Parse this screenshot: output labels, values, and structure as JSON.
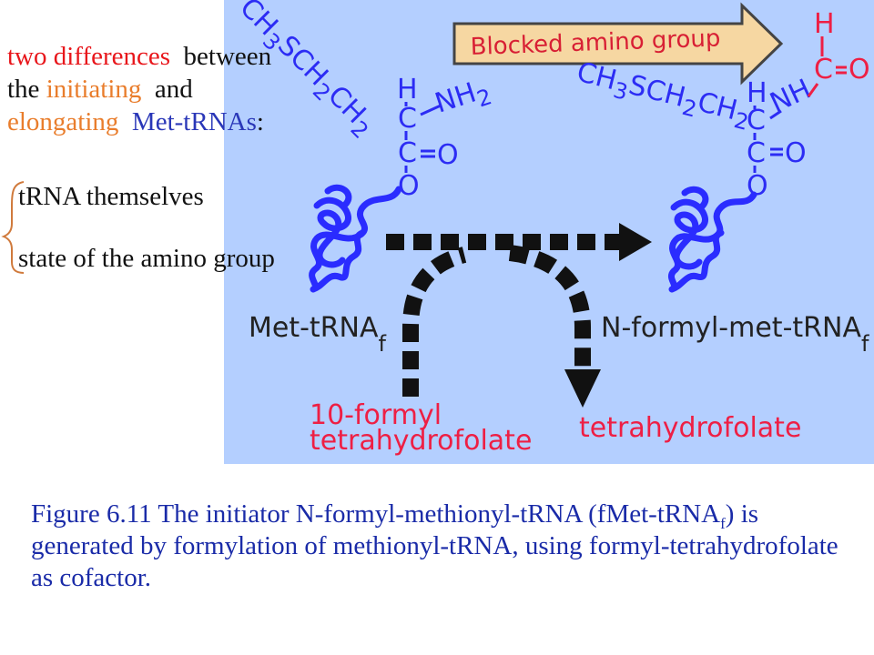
{
  "diagram": {
    "blocked_label": "Blocked amino group",
    "left_sidechain": "CH3SCH2CH2",
    "right_sidechain": "CH3SCH2CH2",
    "h_left": "H",
    "c_left": "C",
    "nh2": "NH2",
    "c2_left": "C",
    "o_left": "O",
    "o2_left": "O",
    "h_right": "H",
    "c_right": "C",
    "nh_right": "NH",
    "c2_right": "C",
    "o_right": "O",
    "o2_right": "O",
    "formyl_h": "H",
    "formyl_c": "C",
    "formyl_o": "O",
    "met_trna_label": "Met-tRNA",
    "met_trna_sub": "f",
    "nformyl_label": "N-formyl-met-tRNA",
    "nformyl_sub": "f",
    "cofactor_in_1": "10-formyl",
    "cofactor_in_2": "tetrahydrofolate",
    "cofactor_out": "tetrahydrofolate"
  },
  "intro": {
    "p1": "two differences",
    "p2": "  between",
    "p3": "the ",
    "p4": "initiating",
    "p5": "  and",
    "p6": "elongating",
    "p7": "  Met-tRNAs",
    "p8": ":"
  },
  "points": {
    "first": "tRNA themselves",
    "second": "state of the amino group"
  },
  "caption": {
    "a": "Figure 6.11 The initiator N-formyl-methionyl-tRNA (fMet-tRNA",
    "sub": "f",
    "b": ") is generated by formylation of methionyl-tRNA, using formyl-tetrahydrofolate as cofactor."
  },
  "colors": {
    "panel": "#b4cfff",
    "trna_blue": "#2a2cff",
    "formula_blue": "#2c2cf4",
    "arrow_gray": "#111111",
    "label_red": "#ee1f44",
    "intro_red": "#e8161b",
    "intro_orange": "#e97d2c",
    "intro_blue": "#2a37b8",
    "caption_blue": "#1a2ba8"
  }
}
